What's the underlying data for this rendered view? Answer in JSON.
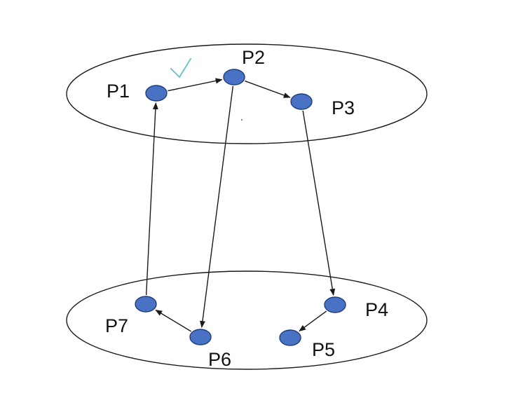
{
  "diagram": {
    "colors": {
      "node_fill": "#4a72c4",
      "node_stroke": "#1f3d7a",
      "line": "#1a1a1a",
      "checkmark": "#6fc6c8"
    },
    "icons": {
      "checkmark": "checkmark-icon"
    },
    "groups": [
      "upper-set",
      "lower-set"
    ],
    "nodes": [
      {
        "id": "p1",
        "label": "P1"
      },
      {
        "id": "p2",
        "label": "P2"
      },
      {
        "id": "p3",
        "label": "P3"
      },
      {
        "id": "p4",
        "label": "P4"
      },
      {
        "id": "p5",
        "label": "P5"
      },
      {
        "id": "p6",
        "label": "P6"
      },
      {
        "id": "p7",
        "label": "P7"
      }
    ],
    "edges": [
      {
        "from": "p1",
        "to": "p2"
      },
      {
        "from": "p2",
        "to": "p3"
      },
      {
        "from": "p2",
        "to": "p6"
      },
      {
        "from": "p3",
        "to": "p4"
      },
      {
        "from": "p4",
        "to": "p5"
      },
      {
        "from": "p6",
        "to": "p7"
      },
      {
        "from": "p7",
        "to": "p1"
      }
    ]
  }
}
